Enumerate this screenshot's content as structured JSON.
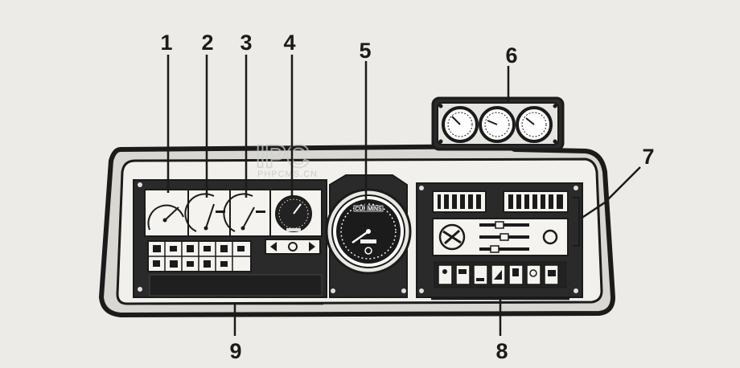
{
  "callouts": [
    {
      "id": "1",
      "label": "1"
    },
    {
      "id": "2",
      "label": "2"
    },
    {
      "id": "3",
      "label": "3"
    },
    {
      "id": "4",
      "label": "4"
    },
    {
      "id": "5",
      "label": "5"
    },
    {
      "id": "6",
      "label": "6"
    },
    {
      "id": "7",
      "label": "7"
    },
    {
      "id": "8",
      "label": "8"
    },
    {
      "id": "9",
      "label": "9"
    }
  ],
  "watermark": {
    "logo": "IPC",
    "site": "PHPCMS.CN"
  },
  "tachometer": {
    "brand": "CUMMINS"
  },
  "colors": {
    "ink": "#1b1b1b",
    "panel": "#2a2a2a",
    "background": "#ecebe7",
    "bezel": "#cfcfcb"
  }
}
